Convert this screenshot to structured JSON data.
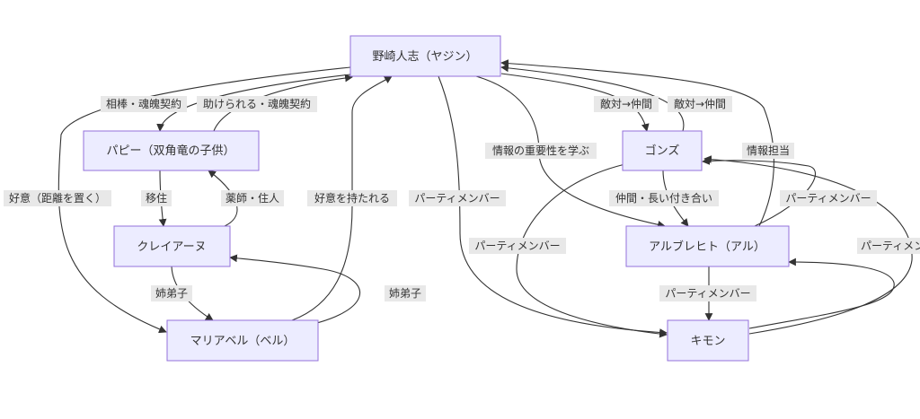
{
  "nodes": {
    "yajin": "野崎人志（ヤジン）",
    "papi": "パピー（双角竜の子供）",
    "claire": "クレイアーヌ",
    "maria": "マリアベル（ベル）",
    "gonz": "ゴンズ",
    "albrecht": "アルブレヒト（アル）",
    "kimon": "キモン"
  },
  "edge_labels": {
    "papi_yajin_1": "相棒・魂魄契約",
    "papi_yajin_2": "助けられる・魂魄契約",
    "yajin_maria": "好意（距離を置く）",
    "papi_claire": "移住",
    "claire_papi": "薬師・住人",
    "maria_yajin": "好意を持たれる",
    "yajin_kimon": "パーティメンバー",
    "claire_maria": "姉弟子",
    "maria_claire": "姉弟子",
    "yajin_albrecht": "情報の重要性を学ぶ",
    "yajin_gonz_1": "敵対→仲間",
    "gonz_yajin": "敵対→仲間",
    "albrecht_yajin": "情報担当",
    "gonz_kimon": "パーティメンバー",
    "gonz_albrecht": "仲間・長い付き合い",
    "albrecht_gonz": "パーティメンバー",
    "albrecht_kimon": "パーティメンバー",
    "kimon_gonz": "パーティメンバー"
  }
}
